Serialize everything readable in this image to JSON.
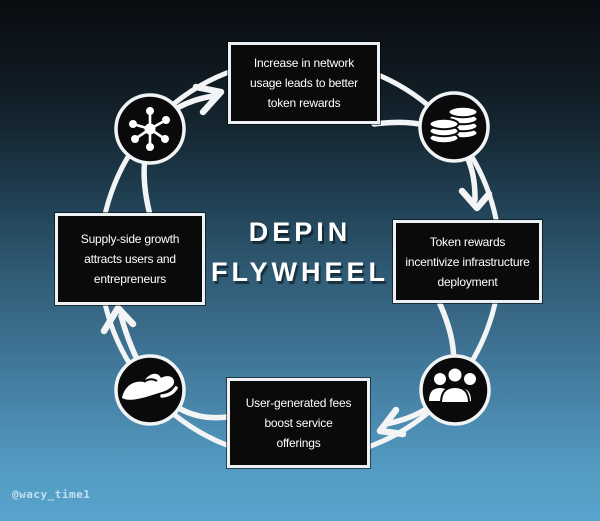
{
  "title": {
    "line1": "DEPIN",
    "line2": "FLYWHEEL"
  },
  "watermark": "@wacy_time1",
  "cycle": {
    "type": "flywheel-cycle",
    "direction": "clockwise",
    "steps": [
      {
        "position": "top",
        "text": "Increase in network\nusage leads to better\ntoken rewards"
      },
      {
        "position": "right",
        "text": "Token rewards\nincentivize infrastructure\ndeployment"
      },
      {
        "position": "bottom",
        "text": "User-generated fees\nboost service\nofferings"
      },
      {
        "position": "left",
        "text": "Supply-side growth\nattracts users and\nentrepreneurs"
      }
    ]
  },
  "icons": {
    "top_left": "network-nodes",
    "top_right": "coin-stacks",
    "bottom_right": "users-group",
    "bottom_left": "receiving-hand"
  },
  "colors": {
    "background_top": "#0a0e13",
    "background_bottom": "#58a4cd",
    "node_background": "#0a0a0b",
    "node_border": "#eef1f3",
    "ring_and_arrows": "#f2f4f5",
    "title_text": "#ffffff",
    "watermark_text": "#e0f0fa"
  }
}
